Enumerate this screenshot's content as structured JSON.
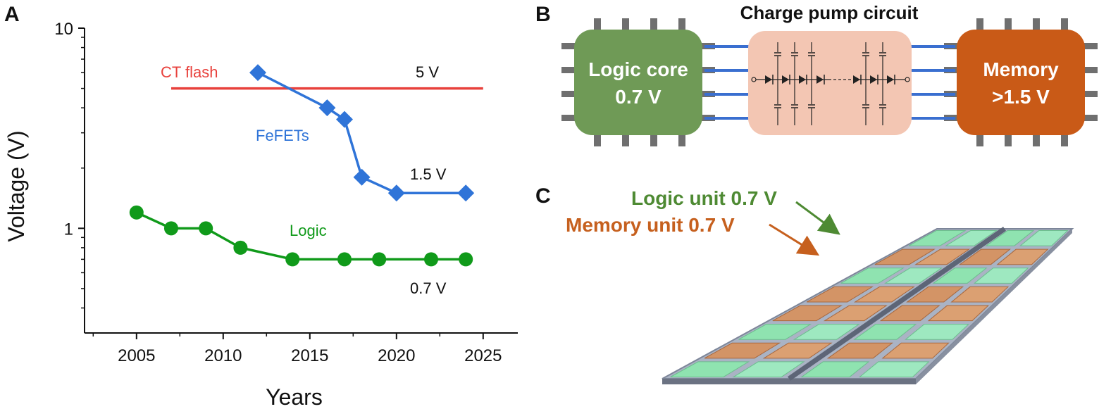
{
  "panels": {
    "a": "A",
    "b": "B",
    "c": "C"
  },
  "chart_data": {
    "type": "line",
    "xlabel": "Years",
    "ylabel": "Voltage (V)",
    "xlim": [
      2002,
      2027
    ],
    "ylim": [
      0.3,
      10
    ],
    "yscale": "log",
    "xticks": [
      2005,
      2010,
      2015,
      2020,
      2025
    ],
    "yticks": [
      1,
      10
    ],
    "yticklabels": [
      "1",
      "10"
    ],
    "grid": false,
    "series": [
      {
        "name": "CT flash",
        "color": "#e8413c",
        "marker": "none",
        "x": [
          2007,
          2025
        ],
        "y": [
          5,
          5
        ]
      },
      {
        "name": "FeFETs",
        "color": "#2f74d8",
        "marker": "diamond",
        "x": [
          2012,
          2016,
          2017,
          2018,
          2020,
          2024
        ],
        "y": [
          6,
          4,
          3.5,
          1.8,
          1.5,
          1.5
        ]
      },
      {
        "name": "Logic",
        "color": "#109a1a",
        "marker": "circle",
        "x": [
          2005,
          2007,
          2009,
          2011,
          2014,
          2017,
          2019,
          2022,
          2024
        ],
        "y": [
          1.2,
          1.0,
          1.0,
          0.8,
          0.7,
          0.7,
          0.7,
          0.7,
          0.7
        ]
      }
    ],
    "annotations": [
      "5 V",
      "1.5 V",
      "0.7 V"
    ]
  },
  "diagram_b": {
    "title": "Charge pump circuit",
    "logic_core": {
      "line1": "Logic core",
      "line2": "0.7 V",
      "color": "#6f9a56"
    },
    "memory": {
      "line1": "Memory",
      "line2": ">1.5 V",
      "color": "#c95a17"
    },
    "pump_color": "#f3c6b3",
    "wire_color": "#3a6fd0"
  },
  "diagram_c": {
    "logic_label": "Logic unit 0.7 V",
    "memory_label": "Memory unit 0.7 V",
    "logic_color": "#4e8a33",
    "memory_color": "#c6601e"
  }
}
